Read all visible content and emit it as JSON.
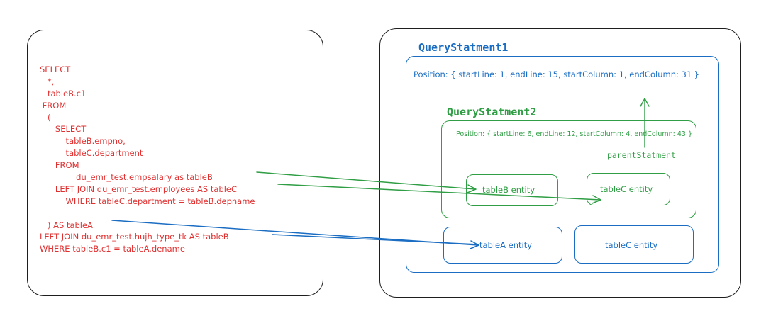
{
  "sql": {
    "lines": [
      "SELECT",
      "   *,",
      "   tableB.c1",
      " FROM",
      "   (",
      "      SELECT",
      "          tableB.empno,",
      "          tableC.department",
      "      FROM",
      "              du_emr_test.empsalary as tableB",
      "      LEFT JOIN du_emr_test.employees AS tableC",
      "          WHERE tableC.department = tableB.depname",
      "",
      "   ) AS tableA",
      "LEFT JOIN du_emr_test.hujh_type_tk AS tableB",
      "WHERE tableB.c1 = tableA.dename"
    ]
  },
  "query_statement_1": {
    "title": "QueryStatment1",
    "position": "Position: { startLine: 1, endLine: 15, startColumn: 1, endColumn: 31 }"
  },
  "query_statement_2": {
    "title": "QueryStatment2",
    "position": "Position: { startLine: 6, endLine: 12, startColumn: 4, endColumn: 43 }",
    "parent_label": "parentStatment"
  },
  "entities": {
    "tableB_entity": "tableB entity",
    "tableC_entity_inner": "tableC entity",
    "tableA_entity": "tableA entity",
    "tableC_entity_outer": "tableC entity"
  },
  "colors": {
    "sql_text": "#e03131",
    "statement_1": "#1a6dc2",
    "statement_2": "#2f9e44",
    "panel_border": "#1e1e1e"
  }
}
